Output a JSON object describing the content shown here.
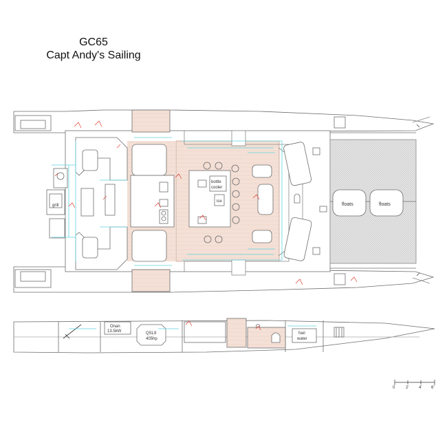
{
  "title": {
    "model": "GC65",
    "name": "Capt Andy's Sailing"
  },
  "plan_labels": {
    "grill": "grill",
    "bottle": "bottle",
    "cooler": "cooler",
    "ice": "ice",
    "float_left": "floats",
    "float_right": "floats"
  },
  "profile_labels": {
    "onan": "Onan",
    "onan_kw": "13.5kW",
    "qsl9": "QSL9",
    "qsl9_hp": "405hp",
    "fuel": "fuel",
    "water": "water"
  },
  "scale_bar": {
    "ticks": [
      "0",
      "2'",
      "4'",
      "6'"
    ]
  },
  "colors": {
    "line": "#6b6b6b",
    "cyan": "#5fd3e0",
    "red": "#e0392b",
    "teak": "#f3ddd3",
    "net": "#d8d8d8"
  }
}
